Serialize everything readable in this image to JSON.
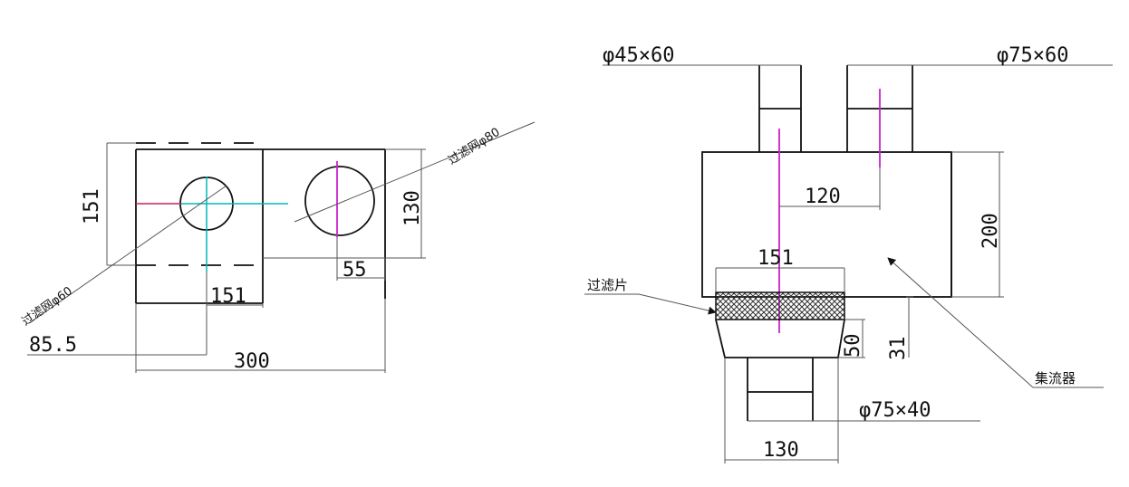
{
  "colors": {
    "ink": "#111111",
    "cyan_axis": "#00b8b8",
    "magenta_axis": "#cc22cc",
    "red_axis": "#cc2255",
    "hatch": "#333333"
  },
  "top_view": {
    "dim_width_total": "300",
    "dim_inner_width": "151",
    "dim_left_offset": "85.5",
    "dim_height_outer": "151",
    "dim_height_inner": "130",
    "dim_small": "55",
    "leader_small_circle": "过滤网φ60",
    "leader_large_circle": "过滤网φ80"
  },
  "side_view": {
    "pipe_left": "φ45×60",
    "pipe_right": "φ75×60",
    "dim_pipe_spacing": "120",
    "dim_body_height": "200",
    "dim_filter_width": "151",
    "dim_base_height": "50",
    "dim_base_offset": "31",
    "pipe_bottom": "φ75×40",
    "dim_bottom_width": "130",
    "label_filter": "过滤片",
    "label_diverter": "集流器"
  }
}
